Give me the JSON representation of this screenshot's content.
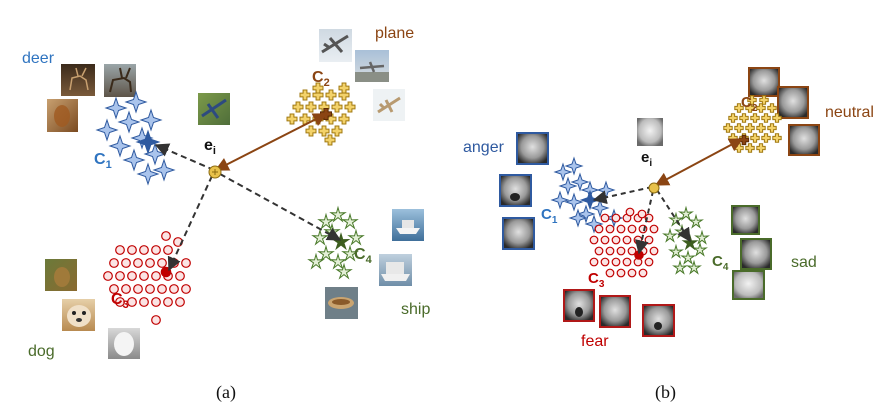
{
  "colors": {
    "blue": "#2f74c0",
    "brown": "#8b4513",
    "red": "#c00000",
    "green": "#4a6b2a",
    "yellow": "#d4a017",
    "dark": "#333333"
  },
  "panel_a": {
    "caption": "(a)",
    "class_labels": {
      "deer": "deer",
      "plane": "plane",
      "ship": "ship",
      "dog": "dog"
    },
    "clusters": {
      "c1": {
        "letter": "C",
        "sub": "1"
      },
      "c2": {
        "letter": "C",
        "sub": "2"
      },
      "c3": {
        "letter": "C",
        "sub": "3"
      },
      "c4": {
        "letter": "C",
        "sub": "4"
      }
    },
    "embedding": {
      "letter": "e",
      "sub": "i"
    }
  },
  "panel_b": {
    "caption": "(b)",
    "class_labels": {
      "anger": "anger",
      "neutral": "neutral",
      "sad": "sad",
      "fear": "fear"
    },
    "clusters": {
      "c1": {
        "letter": "C",
        "sub": "1"
      },
      "c2": {
        "letter": "C",
        "sub": "2"
      },
      "c3": {
        "letter": "C",
        "sub": "3"
      },
      "c4": {
        "letter": "C",
        "sub": "4"
      }
    },
    "embedding": {
      "letter": "e",
      "sub": "i"
    }
  }
}
